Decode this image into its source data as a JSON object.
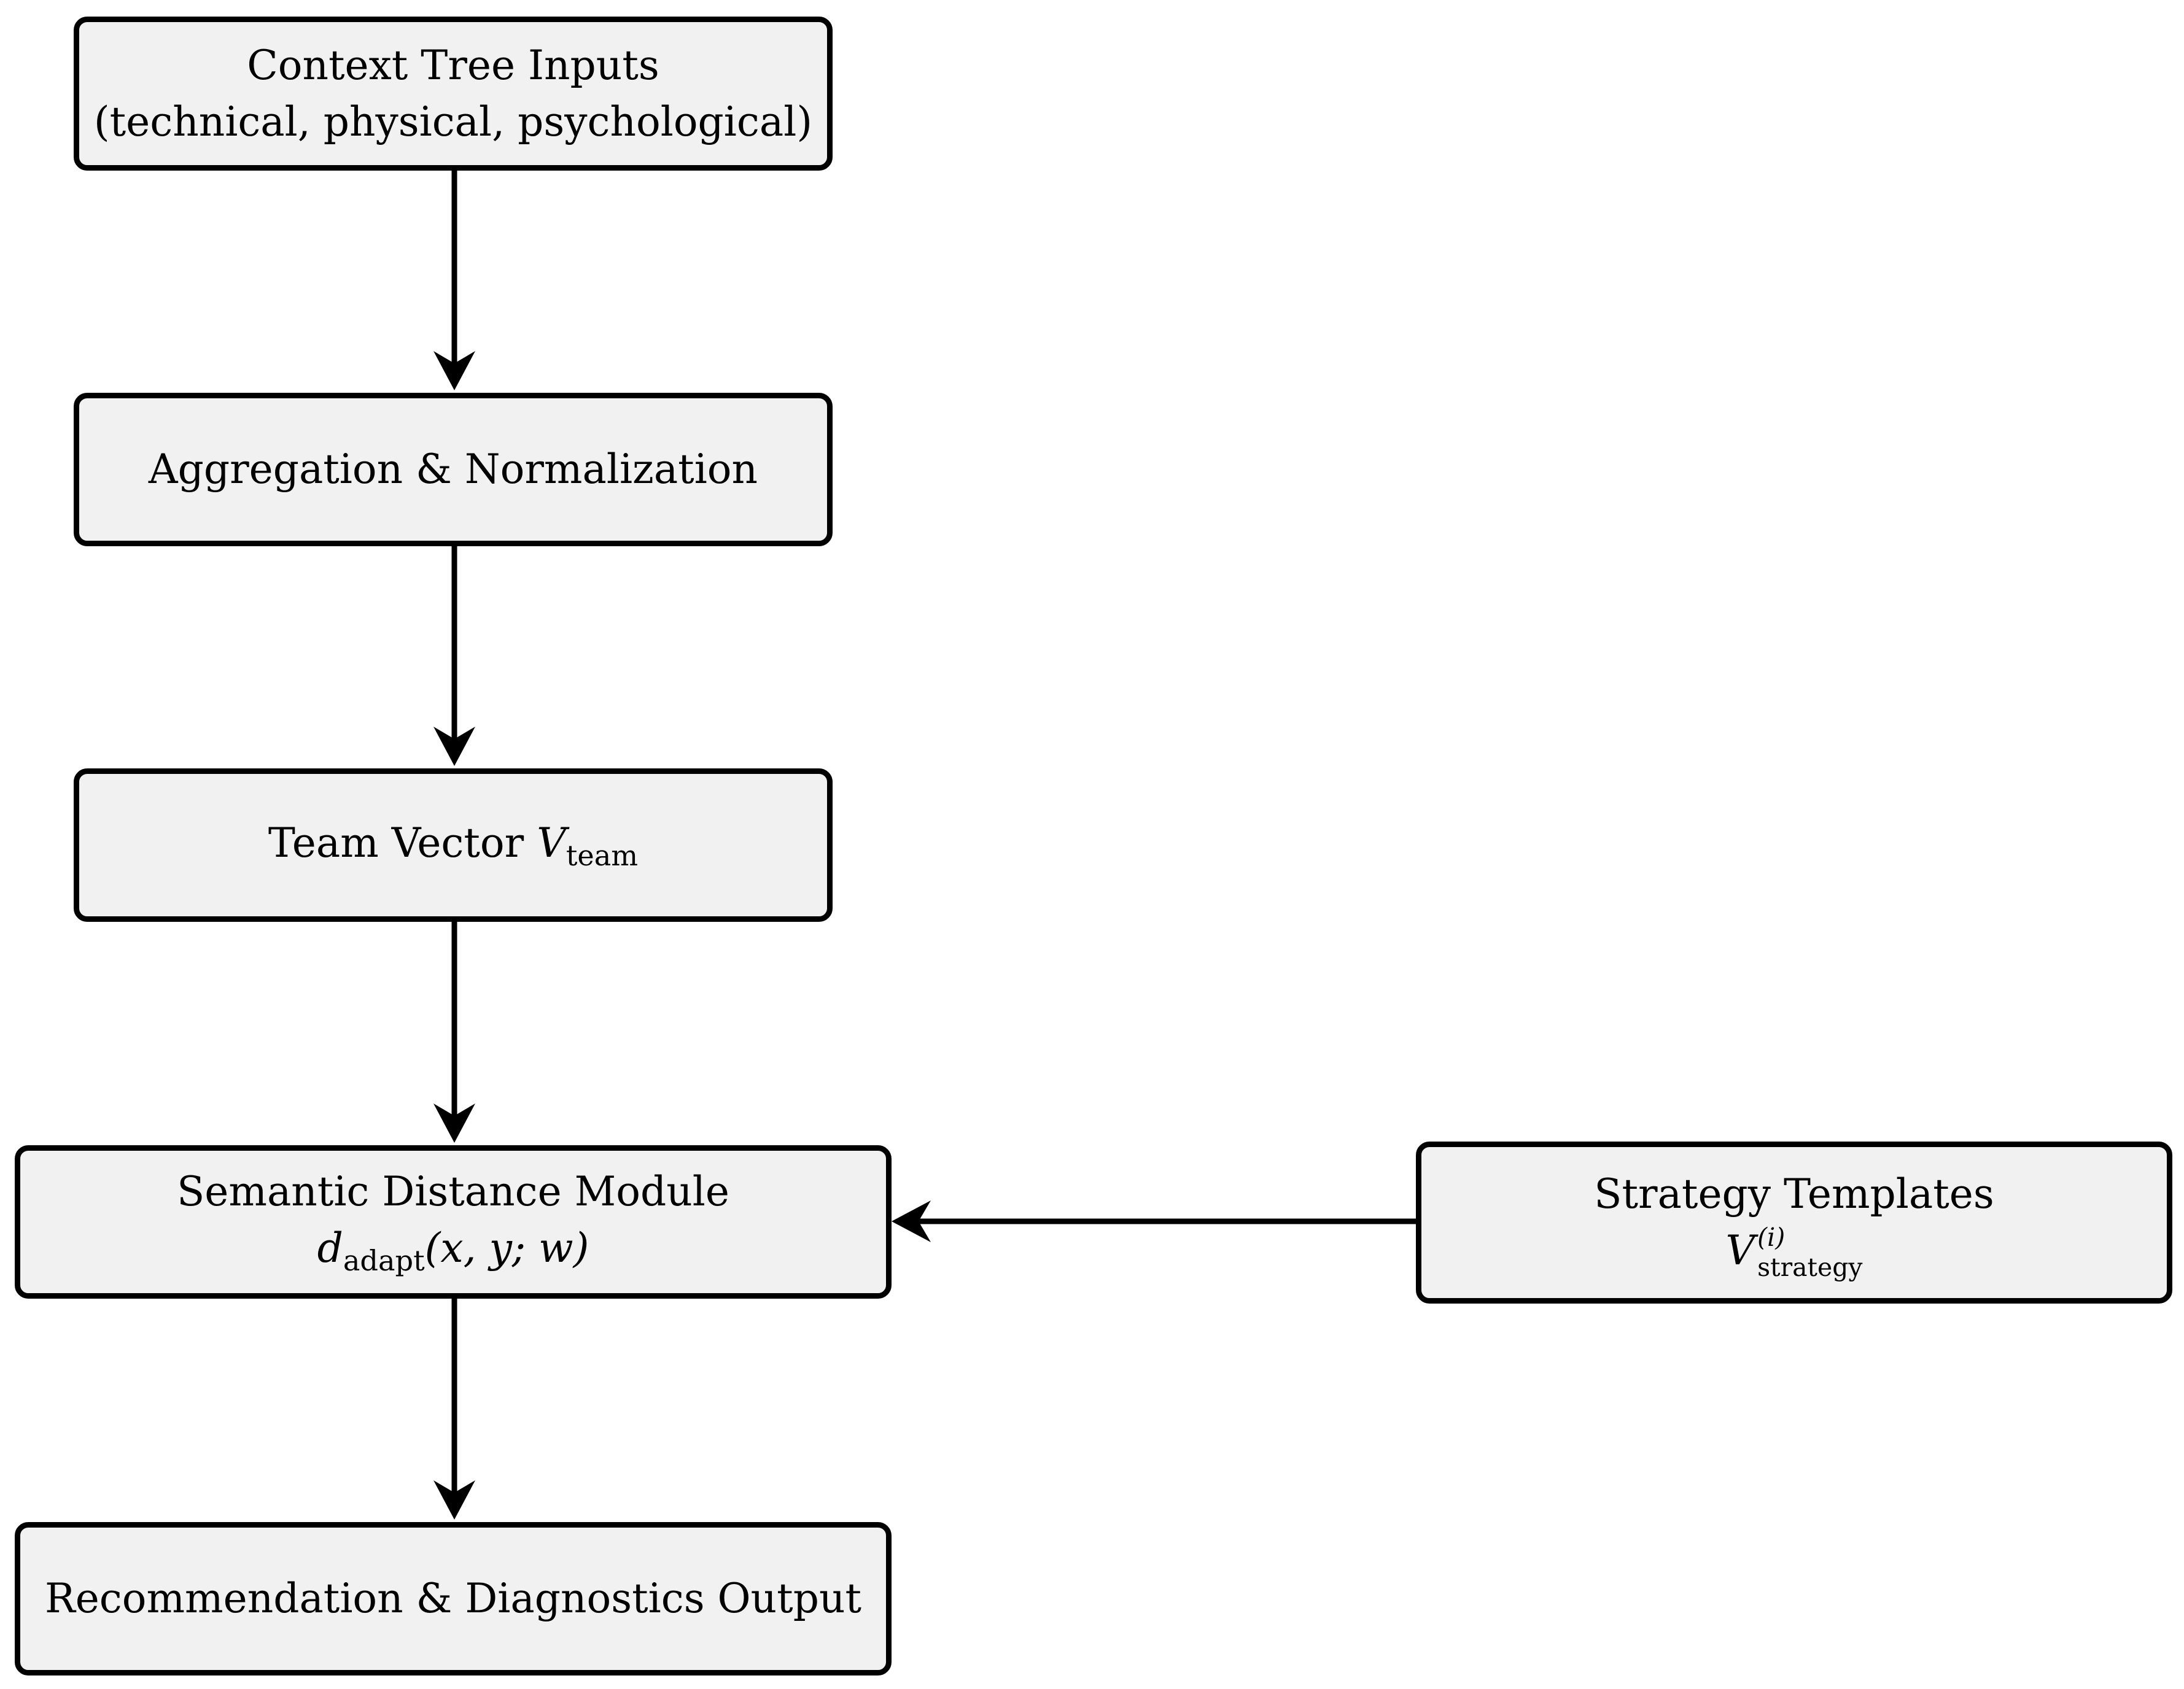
{
  "nodes": {
    "context_tree_inputs": {
      "line1": "Context Tree Inputs",
      "line2": "(technical, physical, psychological)"
    },
    "aggregation": {
      "label": "Aggregation & Normalization"
    },
    "team_vector": {
      "label": "Team Vector ",
      "symbol": "V",
      "subscript": "team"
    },
    "semantic_distance": {
      "line1": "Semantic Distance Module",
      "symbol": "d",
      "subscript": "adapt",
      "args": "(x, y; w)"
    },
    "strategy_templates": {
      "line1": "Strategy Templates",
      "symbol": "V",
      "superscript": "(i)",
      "subscript": "strategy"
    },
    "recommendation": {
      "label": "Recommendation & Diagnostics Output"
    }
  },
  "edges": [
    {
      "from": "Context Tree Inputs",
      "to": "Aggregation & Normalization"
    },
    {
      "from": "Aggregation & Normalization",
      "to": "Team Vector"
    },
    {
      "from": "Team Vector",
      "to": "Semantic Distance Module"
    },
    {
      "from": "Strategy Templates",
      "to": "Semantic Distance Module"
    },
    {
      "from": "Semantic Distance Module",
      "to": "Recommendation & Diagnostics Output"
    }
  ],
  "colors": {
    "box_fill": "#f1f1f1",
    "stroke": "#000000"
  }
}
